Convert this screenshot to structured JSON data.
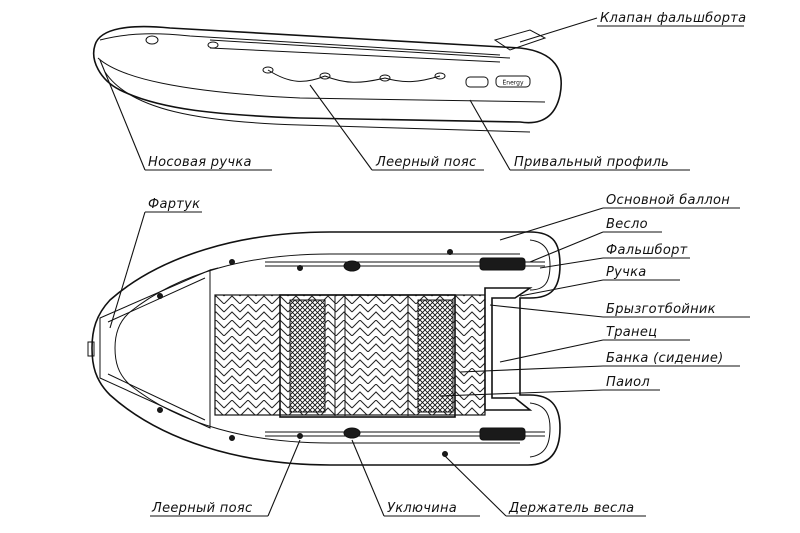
{
  "side_view": {
    "labels": {
      "transom_valve": "Клапан фальшборта",
      "bow_handle": "Носовая ручка",
      "lifeline": "Леерный пояс",
      "rub_strake": "Привальный профиль"
    },
    "brand_plate": "Ёnergy"
  },
  "top_view": {
    "labels": {
      "apron": "Фартук",
      "main_tube": "Основной баллон",
      "oar": "Весло",
      "gunwale": "Фальшборт",
      "handle": "Ручка",
      "splash_guard": "Брызготбойник",
      "transom": "Транец",
      "bench": "Банка (сидение)",
      "floor": "Паиол",
      "lifeline": "Леерный пояс",
      "oarlock": "Уключина",
      "oar_holder": "Держатель весла"
    }
  }
}
